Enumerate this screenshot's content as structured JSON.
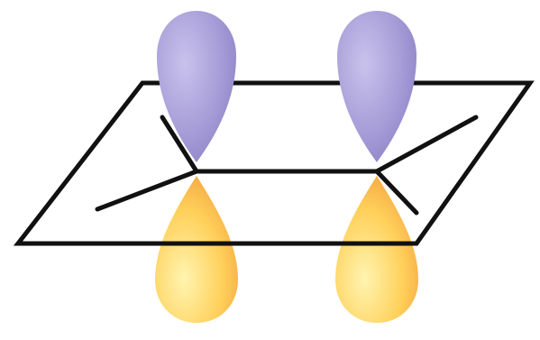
{
  "diagram": {
    "kind": "p-orbital-overlap",
    "colors": {
      "background": "#ffffff",
      "plane_outline": "#111111",
      "bonds": "#111111",
      "upper_lobe_light": "#c9c2ec",
      "upper_lobe_mid": "#a89ed8",
      "upper_lobe_dark": "#8a7fc4",
      "lower_lobe_light": "#fff2a8",
      "lower_lobe_mid": "#ffd05a",
      "lower_lobe_dark": "#f0a040"
    },
    "elements": [
      "molecular-plane",
      "sigma-bond-framework",
      "p-orbital-upper-lobe",
      "p-orbital-lower-lobe"
    ]
  }
}
